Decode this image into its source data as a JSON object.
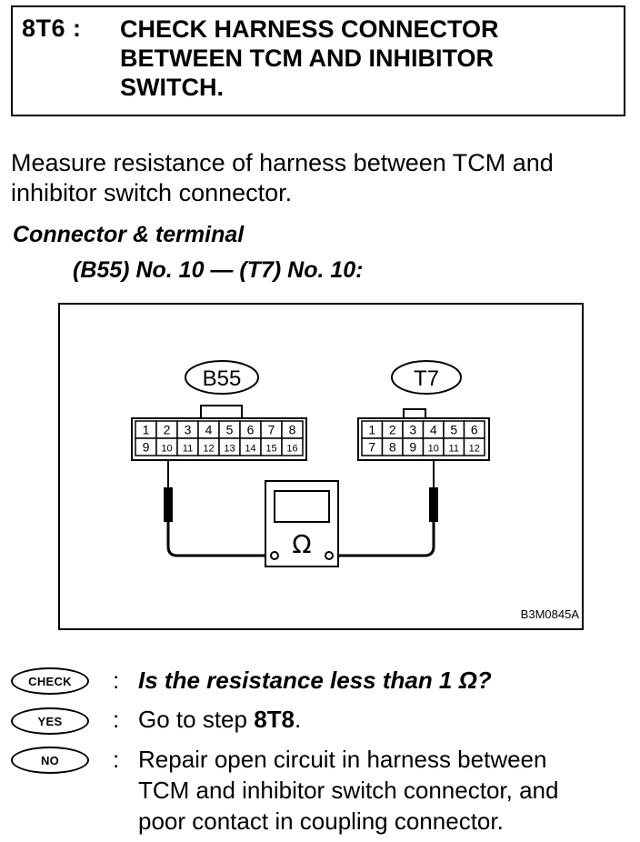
{
  "header": {
    "step_no": "8T6 :",
    "title_lines": [
      "CHECK HARNESS CONNECTOR",
      "BETWEEN TCM AND INHIBITOR",
      "SWITCH."
    ]
  },
  "intro_lines": [
    "Measure resistance of harness between TCM and",
    "inhibitor switch connector."
  ],
  "connector_heading": "Connector & terminal",
  "connector_terminals": "(B55) No. 10 — (T7) No. 10:",
  "diagram": {
    "connector_a": {
      "label": "B55",
      "row1": [
        "1",
        "2",
        "3",
        "4",
        "5",
        "6",
        "7",
        "8"
      ],
      "row2": [
        "9",
        "10",
        "11",
        "12",
        "13",
        "14",
        "15",
        "16"
      ]
    },
    "connector_b": {
      "label": "T7",
      "row1": [
        "1",
        "2",
        "3",
        "4",
        "5",
        "6"
      ],
      "row2": [
        "7",
        "8",
        "9",
        "10",
        "11",
        "12"
      ]
    },
    "meter_symbol": "Ω",
    "figure_id": "B3M0845A"
  },
  "check": {
    "badge": "CHECK",
    "text": "Is the resistance less than 1 Ω?"
  },
  "yes": {
    "badge": "YES",
    "prefix": "Go to step ",
    "step": "8T8",
    "suffix": "."
  },
  "no": {
    "badge": "NO",
    "lines": [
      "Repair open circuit in harness between",
      "TCM and inhibitor switch connector, and",
      "poor contact in coupling connector."
    ]
  },
  "colon": ":"
}
